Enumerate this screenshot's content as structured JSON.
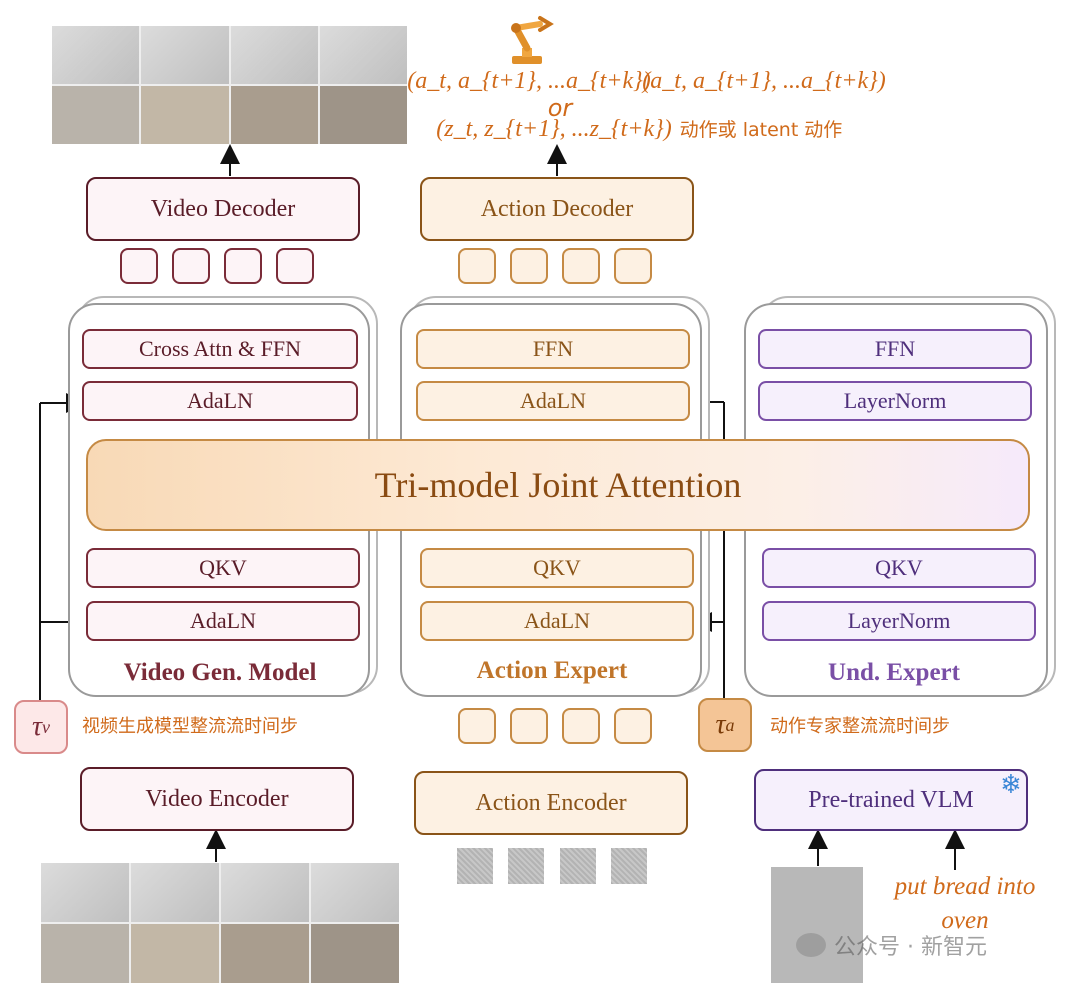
{
  "top": {
    "video_decoder": "Video Decoder",
    "action_decoder": "Action Decoder",
    "action_output_line1": "(a_t, a_{t+1}, ...a_{t+k})",
    "action_output_or": "or",
    "action_output_line2": "(z_t, z_{t+1}, ...z_{t+k})",
    "action_output_right": "(a_t, a_{t+1}, ...a_{t+k})",
    "action_output_cn": "动作或 latent 动作"
  },
  "video_column": {
    "title": "Video Gen. Model",
    "layers": [
      "Cross Attn & FFN",
      "AdaLN",
      "QKV",
      "AdaLN"
    ]
  },
  "action_column": {
    "title": "Action Expert",
    "layers": [
      "FFN",
      "AdaLN",
      "QKV",
      "AdaLN"
    ]
  },
  "und_column": {
    "title": "Und. Expert",
    "layers": [
      "FFN",
      "LayerNorm",
      "QKV",
      "LayerNorm"
    ]
  },
  "joint_attention": "Tri-model Joint Attention",
  "timesteps": {
    "tau_v": "τ",
    "tau_v_sub": "v",
    "tau_v_label": "视频生成模型整流流时间步",
    "tau_a": "τ",
    "tau_a_sub": "a",
    "tau_a_label": "动作专家整流流时间步"
  },
  "bottom": {
    "video_encoder": "Video Encoder",
    "action_encoder": "Action Encoder",
    "vlm": "Pre-trained VLM",
    "instruction": "put bread into oven"
  },
  "watermark": "公众号 · 新智元",
  "colors": {
    "video": "#7a2b38",
    "action": "#c58a44",
    "understanding": "#7a4fa6",
    "accent_text": "#d06a1a"
  },
  "icons": [
    "robot-arm-icon",
    "snowflake-icon",
    "wechat-icon"
  ]
}
